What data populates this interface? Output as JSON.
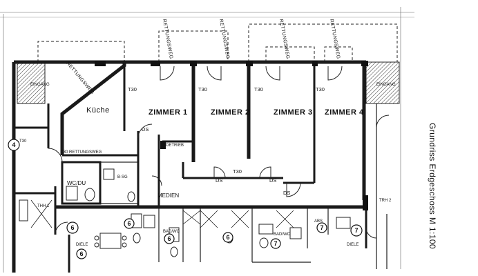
{
  "title": "Grundriss Erdgeschoss  M 1:100",
  "rooms": {
    "kueche": "Küche",
    "zimmer1": "ZIMMER 1",
    "zimmer2": "ZIMMER 2",
    "zimmer3": "ZIMMER 3",
    "zimmer4": "ZIMMER 4",
    "wcdu": "WC/DU",
    "medien": "MEDIEN",
    "bad_wc_left": "BAD/WC",
    "bad_wc_right": "BAD/WC",
    "diele_left": "DIELE",
    "diele_right": "DIELE",
    "eingang_left": "EINGANG",
    "eingang_right": "EINGANG",
    "thh1": "THH 1",
    "thh2": "TRH 2"
  },
  "annotations": {
    "rettungsweg": "RETTUNGSWEG",
    "t30_rettungsweg": "T30 RETTUNGSWEG",
    "t30": "T30",
    "t90": "T30",
    "ds": "DS",
    "detrieb": "DETRIEB",
    "abs": "ABS",
    "bsg": "B-SG"
  },
  "unit_numbers": [
    "4",
    "6",
    "6",
    "6",
    "6",
    "7",
    "7",
    "6",
    "7"
  ],
  "colors": {
    "ink": "#1a1a1a",
    "paper": "#ffffff"
  }
}
